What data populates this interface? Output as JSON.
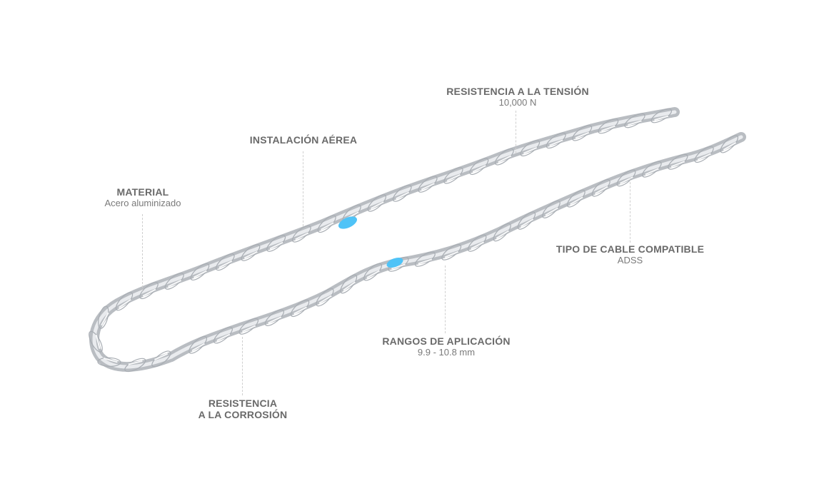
{
  "callouts": [
    {
      "key": "tension",
      "title": "RESISTENCIA A LA TENSIÓN",
      "value": "10,000 N"
    },
    {
      "key": "aerial",
      "title": "INSTALACIÓN AÉREA",
      "value": ""
    },
    {
      "key": "material",
      "title": "MATERIAL",
      "value": "Acero aluminizado"
    },
    {
      "key": "cable",
      "title": "TIPO DE CABLE COMPATIBLE",
      "value": "ADSS"
    },
    {
      "key": "range",
      "title": "RANGOS DE APLICACIÓN",
      "value": "9.9 - 10.8 mm"
    },
    {
      "key": "corrosion",
      "title_line1": "RESISTENCIA",
      "title_line2": "A LA CORROSIÓN"
    }
  ],
  "colors": {
    "wire": "#c9ccd0",
    "wire_highlight": "#f2f3f5",
    "wire_shadow": "#9ea3a8",
    "marker": "#4fc3f7",
    "leader": "#cfcfcf",
    "text": "#6a6a6a"
  },
  "icons": [
    "preformed-guy-grip-wire"
  ]
}
